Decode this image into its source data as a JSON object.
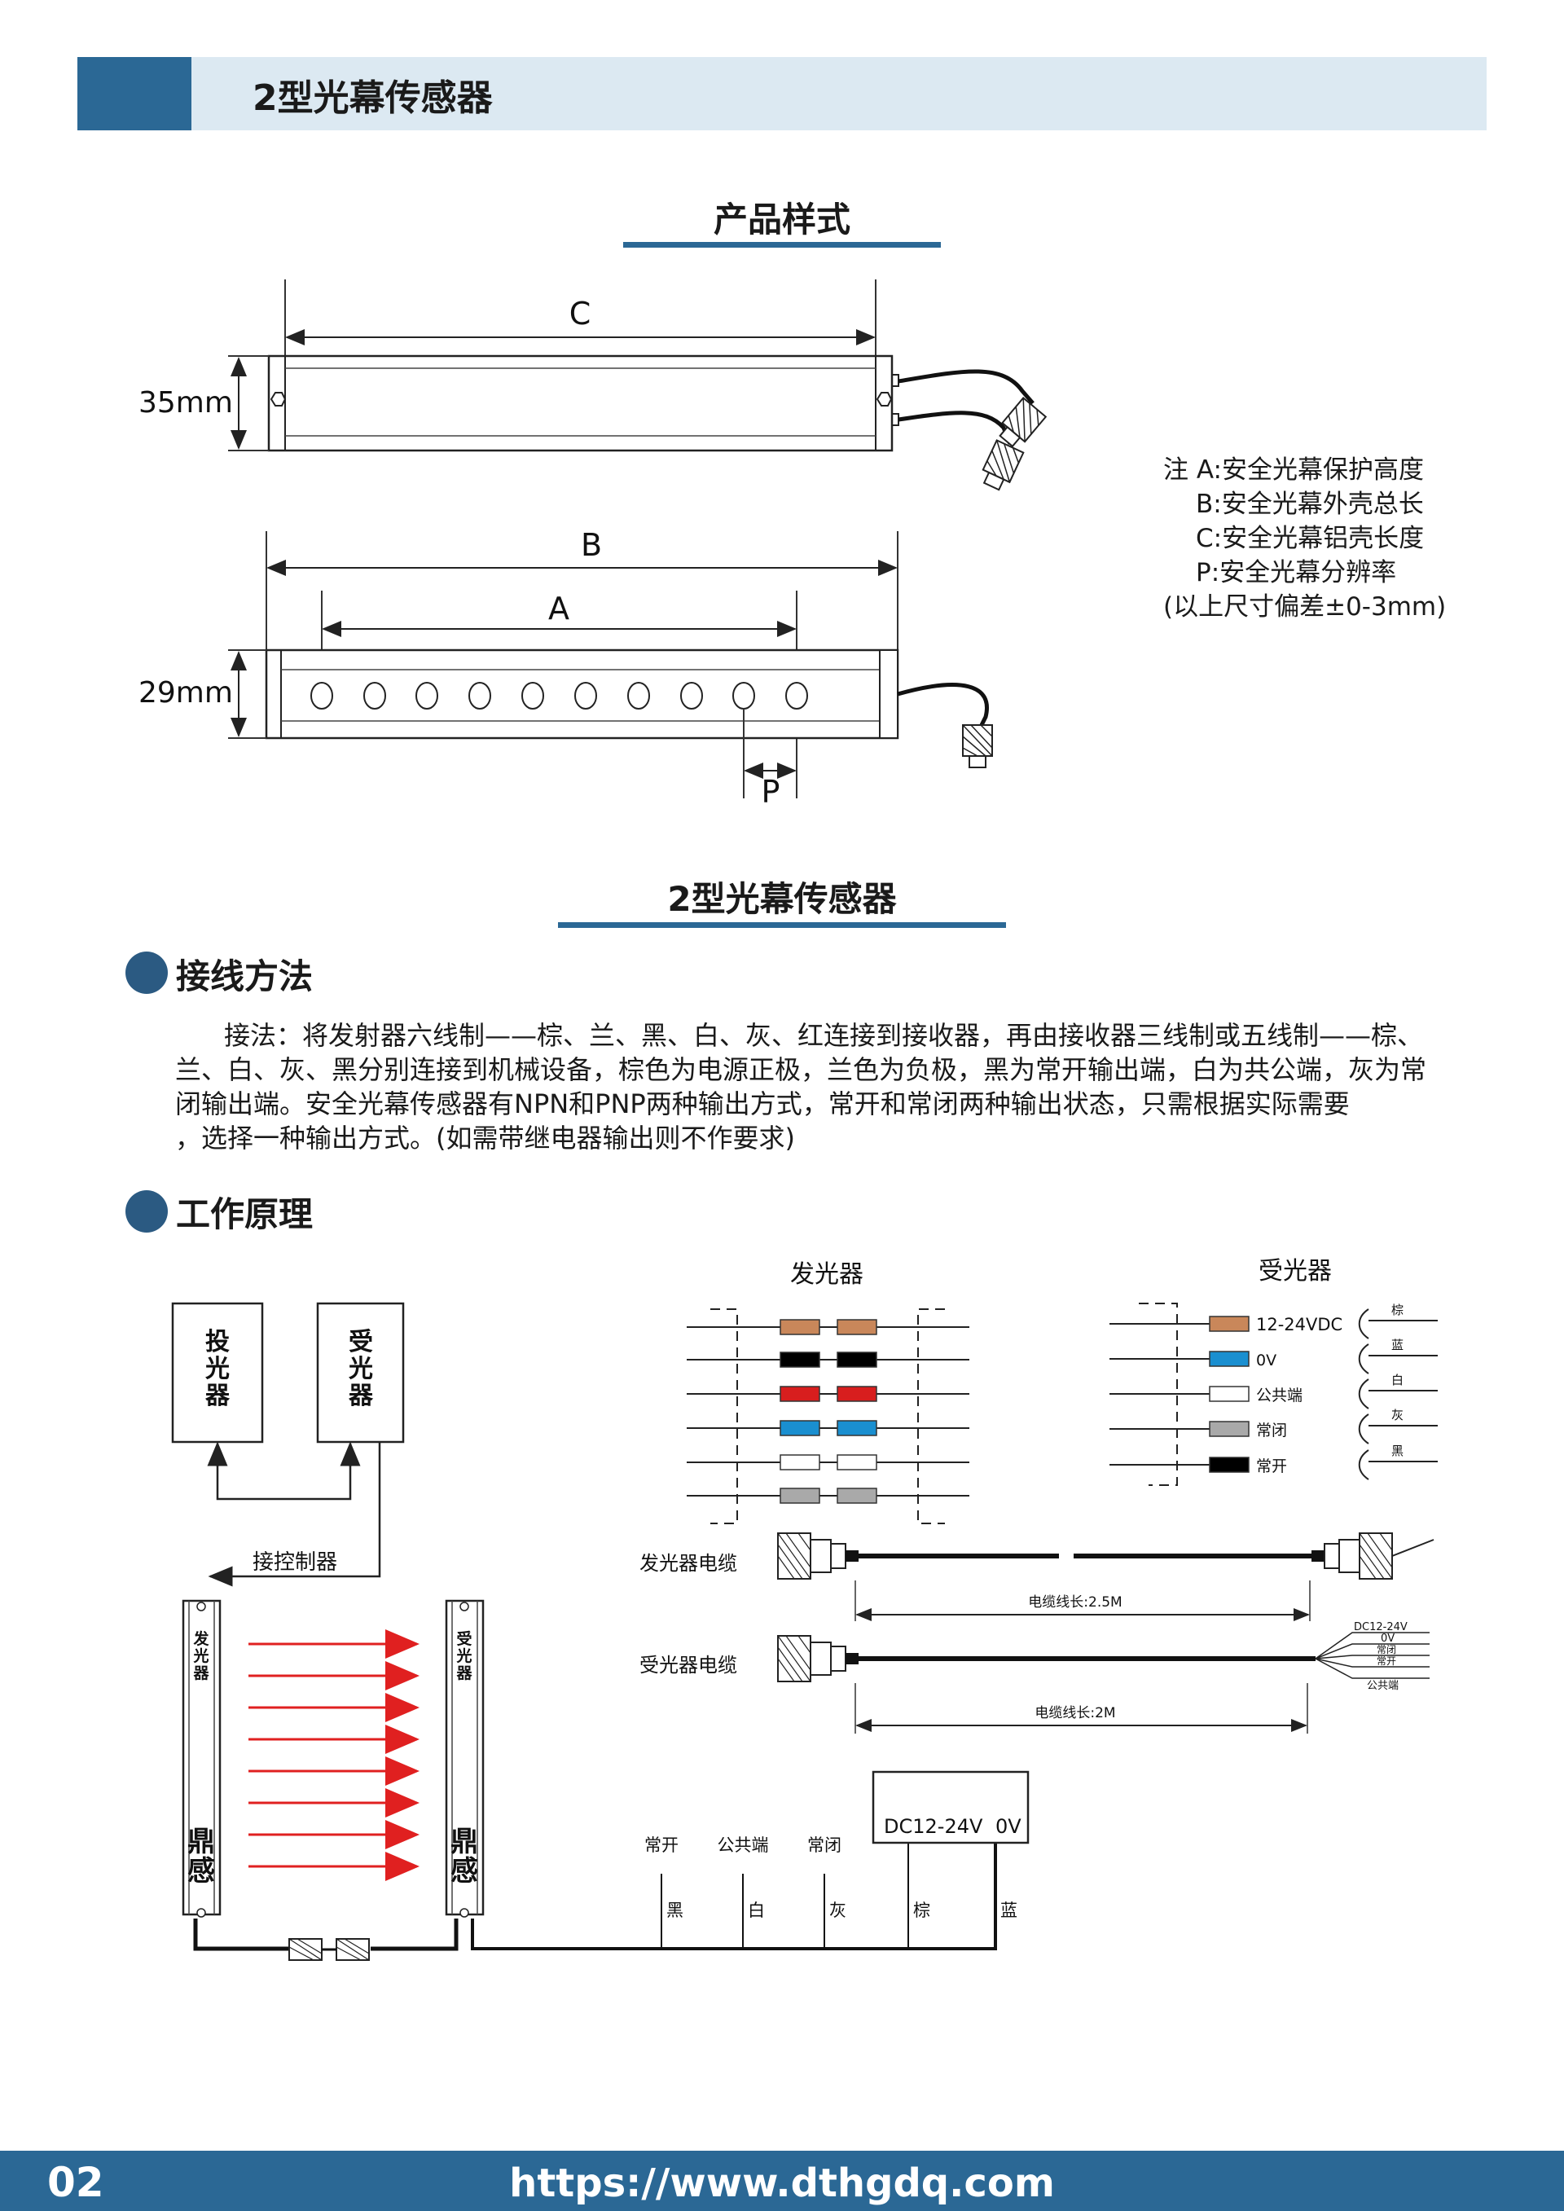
{
  "header": {
    "title": "2型光幕传感器"
  },
  "product_style": {
    "title": "产品样式",
    "dim_c": "C",
    "dim_b": "B",
    "dim_a": "A",
    "dim_p": "P",
    "height_top": "35mm",
    "height_bottom": "29mm"
  },
  "notes": [
    "注 A:安全光幕保护高度",
    "B:安全光幕外壳总长",
    "C:安全光幕铝壳长度",
    "P:安全光幕分辨率",
    "(以上尺寸偏差±0-3mm)"
  ],
  "section2": {
    "title": "2型光幕传感器"
  },
  "wiring": {
    "heading": "接线方法",
    "paragraph": [
      "接法：将发射器六线制——棕、兰、黑、白、灰、红连接到接收器，再由接收器三线制或五线制——棕、",
      "兰、白、灰、黑分别连接到机械设备，棕色为电源正极，兰色为负极，黑为常开输出端，白为共公端，灰为常",
      "闭输出端。安全光幕传感器有NPN和PNP两种输出方式，常开和常闭两种输出状态，只需根据实际需要",
      "，选择一种输出方式。(如需带继电器输出则不作要求)"
    ]
  },
  "principle": {
    "heading": "工作原理",
    "emitter_box": "投光器",
    "receiver_box": "受光器",
    "controller": "接控制器",
    "emitter_bar": "发光器",
    "receiver_bar": "受光器",
    "brand": "鼎感",
    "emitter_table_title": "发光器",
    "emitter_wire_colors": [
      "#c9875a",
      "#000000",
      "#d81e1e",
      "#1a8fd0",
      "#ffffff",
      "#a9a9a9"
    ],
    "receiver_table_title": "受光器",
    "receiver_wires": [
      {
        "color": "#c9875a",
        "label": "12-24VDC",
        "tag": "棕"
      },
      {
        "color": "#1a8fd0",
        "label": "0V",
        "tag": "蓝"
      },
      {
        "color": "#ffffff",
        "label": "公共端",
        "tag": "白"
      },
      {
        "color": "#a9a9a9",
        "label": "常闭",
        "tag": "灰"
      },
      {
        "color": "#000000",
        "label": "常开",
        "tag": "黑"
      }
    ],
    "emitter_cable_label": "发光器电缆",
    "emitter_cable_length": "电缆线长:2.5M",
    "receiver_cable_label": "受光器电缆",
    "receiver_cable_length": "电缆线长:2M",
    "fan_labels": [
      "DC12-24V",
      "0V",
      "常闭",
      "常开",
      "公共端"
    ],
    "power_box": {
      "left": "DC12-24V",
      "right": "0V"
    },
    "outputs": [
      {
        "top": "常开",
        "wire": "黑"
      },
      {
        "top": "公共端",
        "wire": "白"
      },
      {
        "top": "常闭",
        "wire": "灰"
      }
    ],
    "power_wires": [
      "棕",
      "蓝"
    ]
  },
  "footer": {
    "page": "02",
    "url": "https://www.dthgdq.com"
  }
}
